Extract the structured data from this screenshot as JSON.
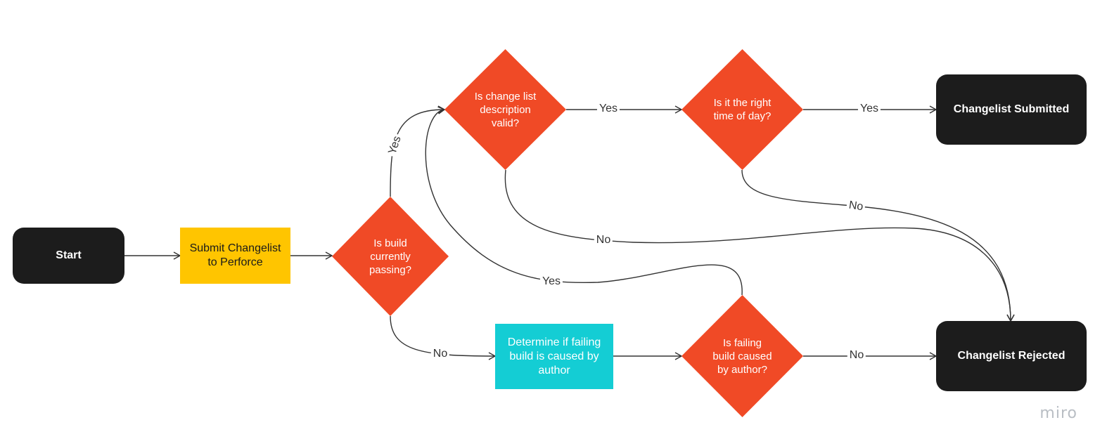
{
  "nodes": {
    "start": "Start",
    "submit": "Submit Changelist to Perforce",
    "build_passing": "Is build currently passing?",
    "description_valid": "Is change list description valid?",
    "right_time": "Is it the right time of day?",
    "submitted": "Changelist Submitted",
    "determine": "Determine if failing build is caused by author",
    "caused_by_author": "Is failing build caused by author?",
    "rejected": "Changelist Rejected"
  },
  "edge_labels": {
    "build_yes": "Yes",
    "build_no": "No",
    "desc_yes": "Yes",
    "desc_no": "No",
    "time_yes": "Yes",
    "time_no": "No",
    "author_yes": "Yes",
    "author_no": "No"
  },
  "colors": {
    "terminal": "#1c1c1c",
    "decision": "#f04a26",
    "submit_box": "#ffc500",
    "determine_box": "#14cdd4",
    "connector": "#333333"
  },
  "brand": "miro"
}
